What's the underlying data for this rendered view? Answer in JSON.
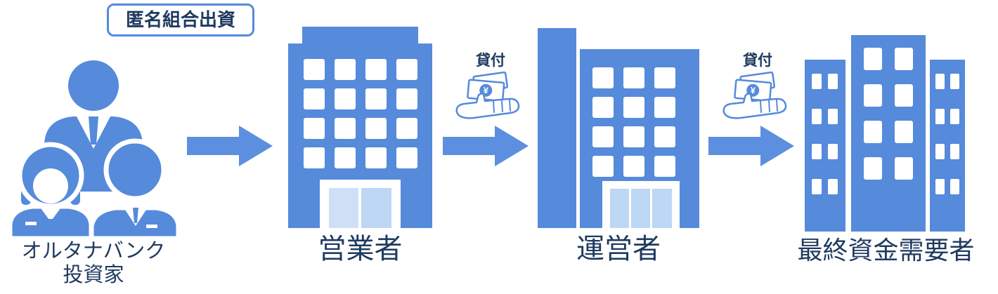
{
  "badge": {
    "label": "匿名組合出資"
  },
  "investors": {
    "icon": "investors-group-icon",
    "label_line1": "オルタナバンク",
    "label_line2": "投資家"
  },
  "stages": [
    {
      "id": "operator",
      "label": "営業者",
      "icon": "office-building-icon"
    },
    {
      "id": "manager",
      "label": "運営者",
      "icon": "office-building-icon"
    },
    {
      "id": "final-borrowers",
      "label": "最終資金需要者",
      "icon": "city-buildings-icon"
    }
  ],
  "loans": [
    {
      "label": "貸付",
      "yen": "¥",
      "icon": "money-in-hand-icon"
    },
    {
      "label": "貸付",
      "yen": "¥",
      "icon": "money-in-hand-icon"
    }
  ],
  "colors": {
    "primary_blue": "#568adb",
    "light_blue": "#bdd7f4",
    "text_navy": "#1e3a5f",
    "background": "#ffffff"
  }
}
